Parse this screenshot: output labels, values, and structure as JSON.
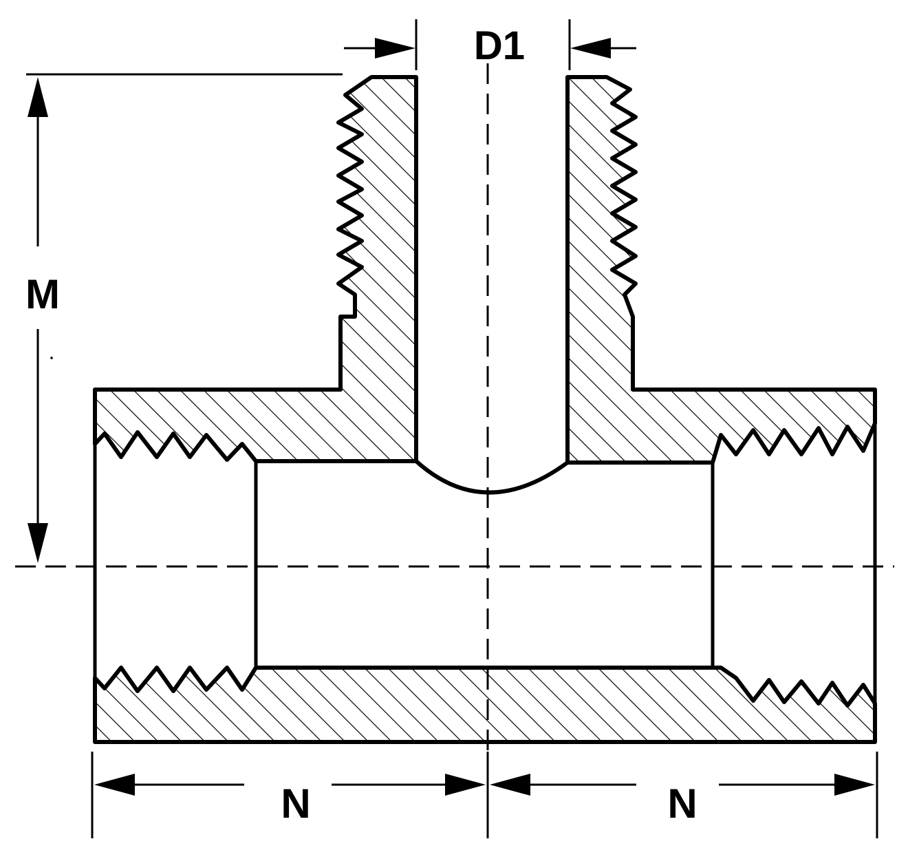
{
  "diagram": {
    "labels": {
      "d1": "D1",
      "m": "M",
      "n_left": "N",
      "n_right": "N"
    },
    "colors": {
      "ink": "#000000",
      "paper": "#ffffff"
    }
  }
}
